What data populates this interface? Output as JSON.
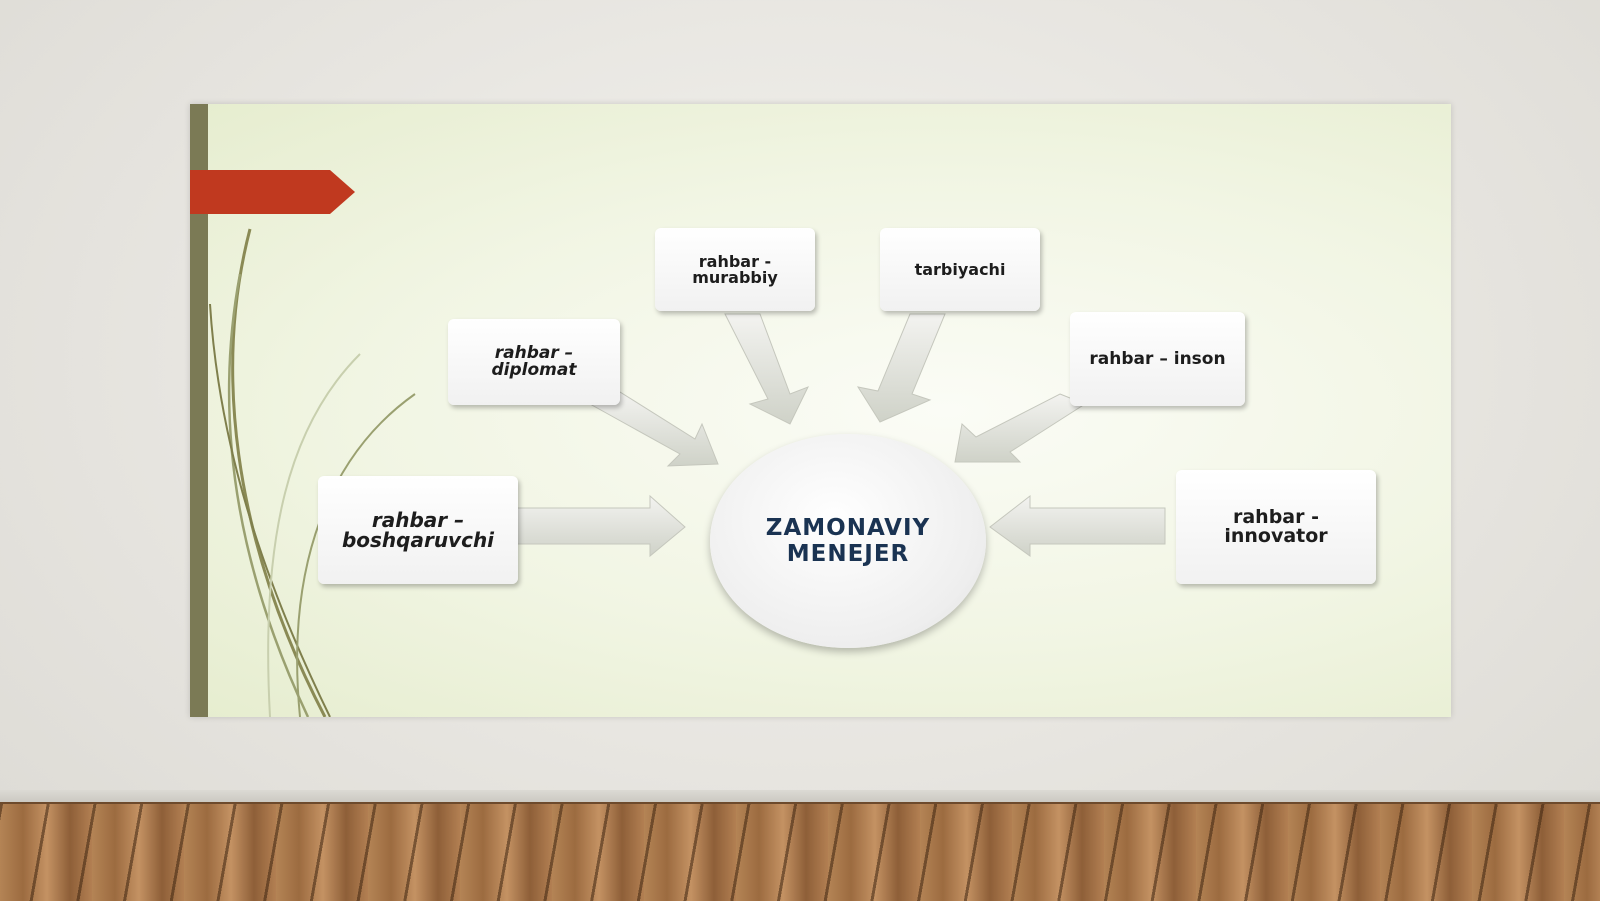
{
  "slide": {
    "center_label": "ZAMONAVIY\nMENEJER",
    "boxes": [
      {
        "label": "rahbar -\nmurabbiy"
      },
      {
        "label": "tarbiyachi"
      },
      {
        "label": "rahbar –\ndiplomat"
      },
      {
        "label": "rahbar – inson"
      },
      {
        "label": "rahbar –\nboshqaruvchi"
      },
      {
        "label": "rahbar -\ninnovator"
      }
    ]
  },
  "colors": {
    "accent_red": "#c0391f",
    "side_bar": "#7b7a55",
    "center_text": "#1a3352"
  }
}
